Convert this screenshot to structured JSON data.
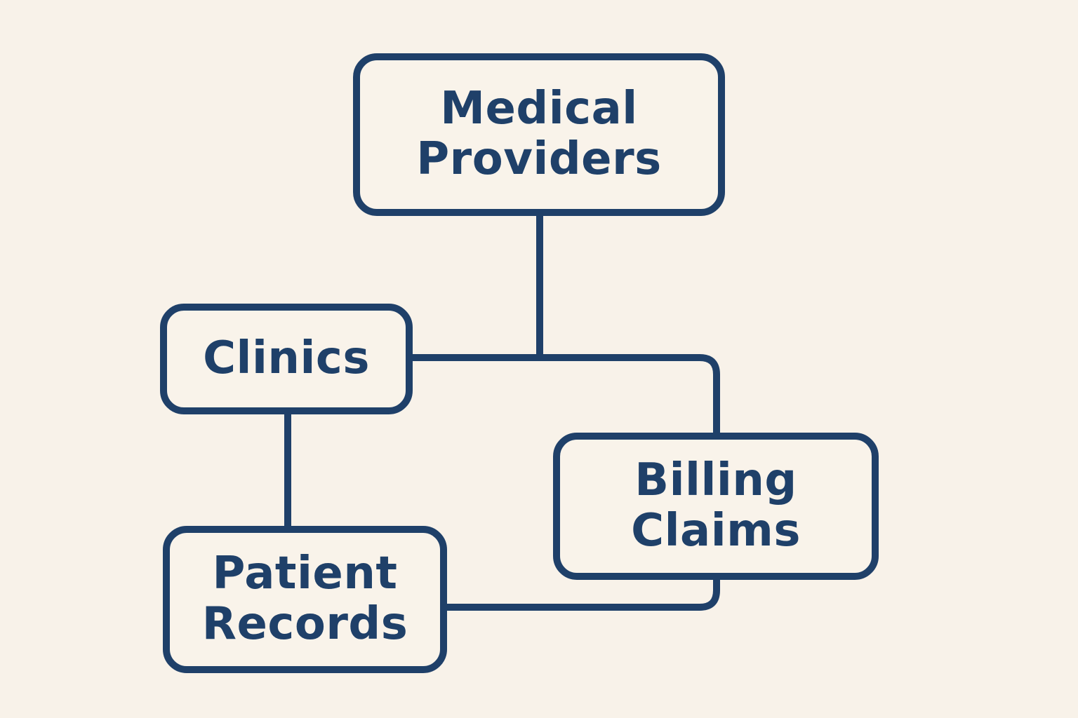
{
  "diagram": {
    "type": "flowchart",
    "nodes": [
      {
        "id": "medical-providers",
        "label": "Medical Providers"
      },
      {
        "id": "clinics",
        "label": "Clinics"
      },
      {
        "id": "billing-claims",
        "label": "Billing Claims"
      },
      {
        "id": "patient-records",
        "label": "Patient Records"
      }
    ],
    "edges": [
      {
        "from": "medical-providers",
        "to": "clinics"
      },
      {
        "from": "medical-providers",
        "to": "billing-claims"
      },
      {
        "from": "clinics",
        "to": "patient-records"
      },
      {
        "from": "patient-records",
        "to": "billing-claims"
      }
    ],
    "colors": {
      "line": "#1f4069",
      "text": "#1f4069",
      "background": "#f8f2e9",
      "node_fill": "#f9f3ea"
    }
  }
}
